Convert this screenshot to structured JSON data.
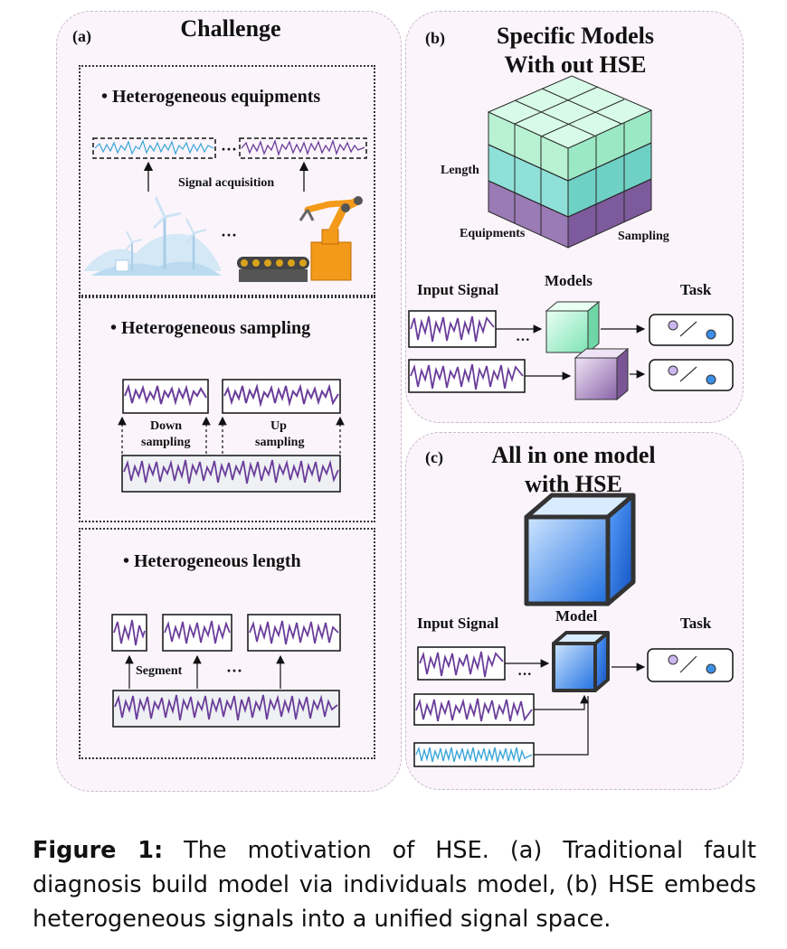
{
  "panel_a": {
    "label": "(a)",
    "title": "Challenge",
    "equipments": {
      "bullet": "• Heterogeneous equipments",
      "acquisition": "Signal acquisition",
      "ellipsis": "···"
    },
    "sampling": {
      "bullet": "• Heterogeneous sampling",
      "down_line1": "Down",
      "down_line2": "sampling",
      "up_line1": "Up",
      "up_line2": "sampling"
    },
    "length": {
      "bullet": "• Heterogeneous length",
      "segment": "Segment",
      "ellipsis": "···"
    }
  },
  "panel_b": {
    "label": "(b)",
    "title_line1": "Specific Models",
    "title_line2": "With out HSE",
    "cube_axes": {
      "length": "Length",
      "equipments": "Equipments",
      "sampling": "Sampling"
    },
    "input_signal": "Input Signal",
    "models": "Models",
    "task": "Task",
    "ellipsis": "···"
  },
  "panel_c": {
    "label": "(c)",
    "title_line1": "All in one model",
    "title_line2": "with HSE",
    "input_signal": "Input Signal",
    "model": "Model",
    "task": "Task",
    "ellipsis": "···"
  },
  "caption": {
    "figure_label": "Figure 1:",
    "text": " The motivation of HSE. (a) Traditional fault diagnosis build model via individuals model, (b) HSE embeds heterogeneous signals into a unified signal space."
  },
  "colors": {
    "purple": "#6a3d9a",
    "cyan": "#3aa6d8",
    "blue": "#2f7de0",
    "green": "#7fe3b5"
  }
}
